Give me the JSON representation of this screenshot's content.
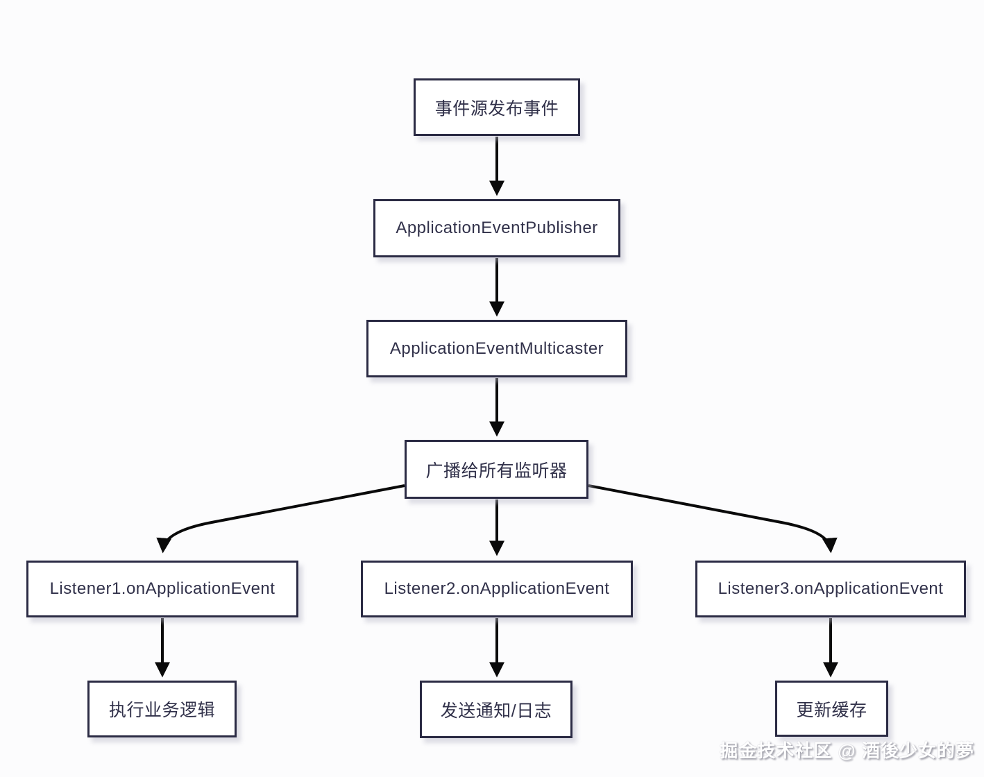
{
  "diagram_type": "flowchart",
  "nodes": [
    {
      "id": "event-source",
      "label": "事件源发布事件"
    },
    {
      "id": "publisher",
      "label": "ApplicationEventPublisher"
    },
    {
      "id": "multicaster",
      "label": "ApplicationEventMulticaster"
    },
    {
      "id": "broadcast",
      "label": "广播给所有监听器"
    },
    {
      "id": "listener1",
      "label": "Listener1.onApplicationEvent"
    },
    {
      "id": "listener2",
      "label": "Listener2.onApplicationEvent"
    },
    {
      "id": "listener3",
      "label": "Listener3.onApplicationEvent"
    },
    {
      "id": "action-business",
      "label": "执行业务逻辑"
    },
    {
      "id": "action-notify",
      "label": "发送通知/日志"
    },
    {
      "id": "action-cache",
      "label": "更新缓存"
    }
  ],
  "edges": [
    {
      "from": "event-source",
      "to": "publisher"
    },
    {
      "from": "publisher",
      "to": "multicaster"
    },
    {
      "from": "multicaster",
      "to": "broadcast"
    },
    {
      "from": "broadcast",
      "to": "listener1"
    },
    {
      "from": "broadcast",
      "to": "listener2"
    },
    {
      "from": "broadcast",
      "to": "listener3"
    },
    {
      "from": "listener1",
      "to": "action-business"
    },
    {
      "from": "listener2",
      "to": "action-notify"
    },
    {
      "from": "listener3",
      "to": "action-cache"
    }
  ],
  "watermark": {
    "text": "掘金技术社区 @ 酒後少女的夢"
  },
  "colors": {
    "background": "#fcfcfd",
    "box_fill": "#ffffff",
    "box_border": "#2b2b44",
    "text": "#31314a",
    "arrow": "#0a0a0a"
  }
}
